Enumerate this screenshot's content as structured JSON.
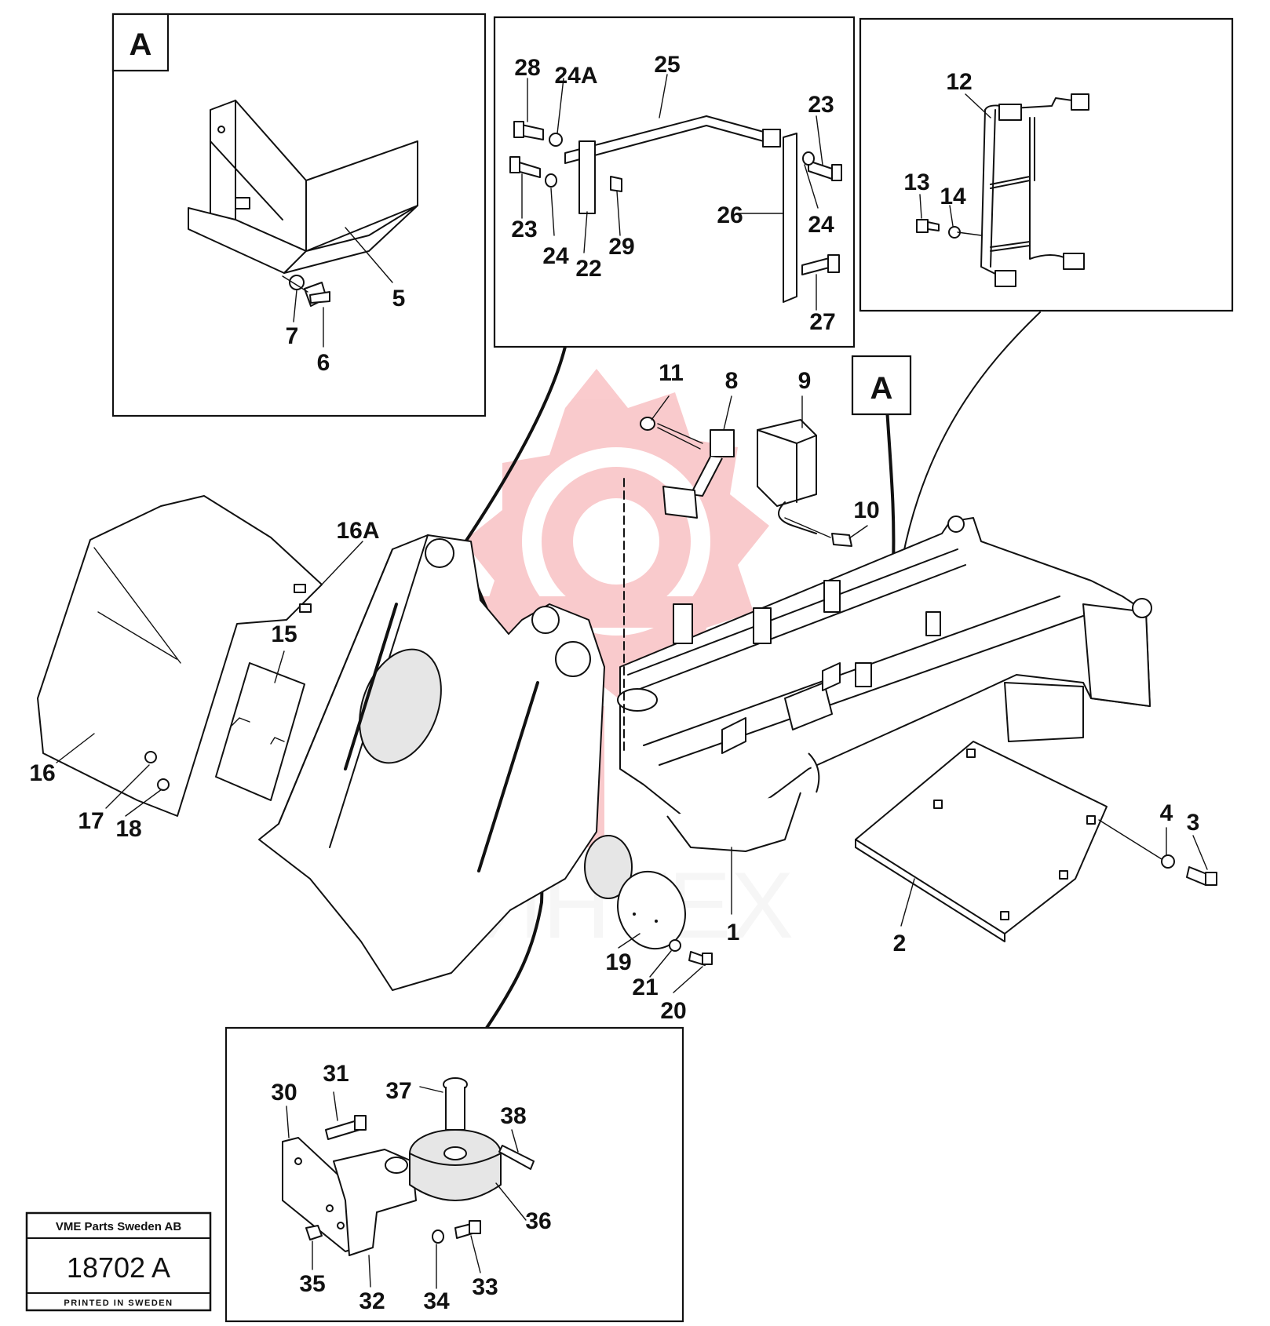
{
  "view_labels": {
    "a_inset": "A",
    "a_main": "A"
  },
  "callouts": {
    "c1": "1",
    "c2": "2",
    "c3": "3",
    "c4": "4",
    "c5": "5",
    "c6": "6",
    "c7": "7",
    "c8": "8",
    "c9": "9",
    "c10": "10",
    "c11": "11",
    "c12": "12",
    "c13": "13",
    "c14": "14",
    "c15": "15",
    "c16": "16",
    "c16a": "16A",
    "c17": "17",
    "c18": "18",
    "c19": "19",
    "c20": "20",
    "c21": "21",
    "c22": "22",
    "c23a": "23",
    "c23b": "23",
    "c24a": "24",
    "c24b": "24",
    "c24A": "24A",
    "c25": "25",
    "c26": "26",
    "c27": "27",
    "c28": "28",
    "c29": "29",
    "c30": "30",
    "c31": "31",
    "c32": "32",
    "c33": "33",
    "c34": "34",
    "c35": "35",
    "c36": "36",
    "c37": "37",
    "c38": "38"
  },
  "stamp": {
    "company": "VME Parts Sweden AB",
    "number": "18702 A",
    "printed": "PRINTED IN SWEDEN"
  },
  "watermark": {
    "text": "ИНТЕХ",
    "color": "#e8141a"
  }
}
